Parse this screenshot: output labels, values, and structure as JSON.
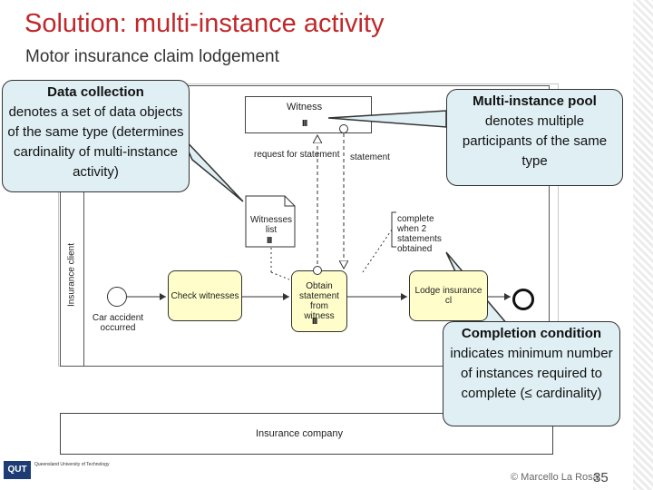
{
  "title": "Solution: multi-instance activity",
  "subtitle": "Motor insurance claim lodgement",
  "diagram": {
    "pools": {
      "witness": "Witness",
      "insurance_client": "Insurance client",
      "insurance_company": "Insurance company"
    },
    "events": {
      "start": "Car accident occurred"
    },
    "tasks": {
      "check_witnesses": "Check witnesses",
      "obtain_statement": "Obtain statement from witness",
      "lodge_claim": "Lodge insurance cl"
    },
    "data_object": "Witnesses list",
    "messages": {
      "request": "request for statement",
      "statement": "statement"
    },
    "annotation": "complete when 2 statements obtained",
    "multi_instance_marker": "III"
  },
  "callouts": {
    "data_collection": {
      "heading": "Data collection",
      "body": "denotes a set of data objects of the same type (determines cardinality of multi-instance activity)"
    },
    "multi_instance_pool": {
      "heading": "Multi-instance pool",
      "body": "denotes multiple participants of the same type"
    },
    "completion_condition": {
      "heading": "Completion condition",
      "body": "indicates minimum number of instances required to complete (≤ cardinality)"
    }
  },
  "footer": {
    "copyright": "© Marcello La Rosa",
    "page": "35",
    "logo": "QUT",
    "logo_text": "Queensland University of Technology"
  }
}
